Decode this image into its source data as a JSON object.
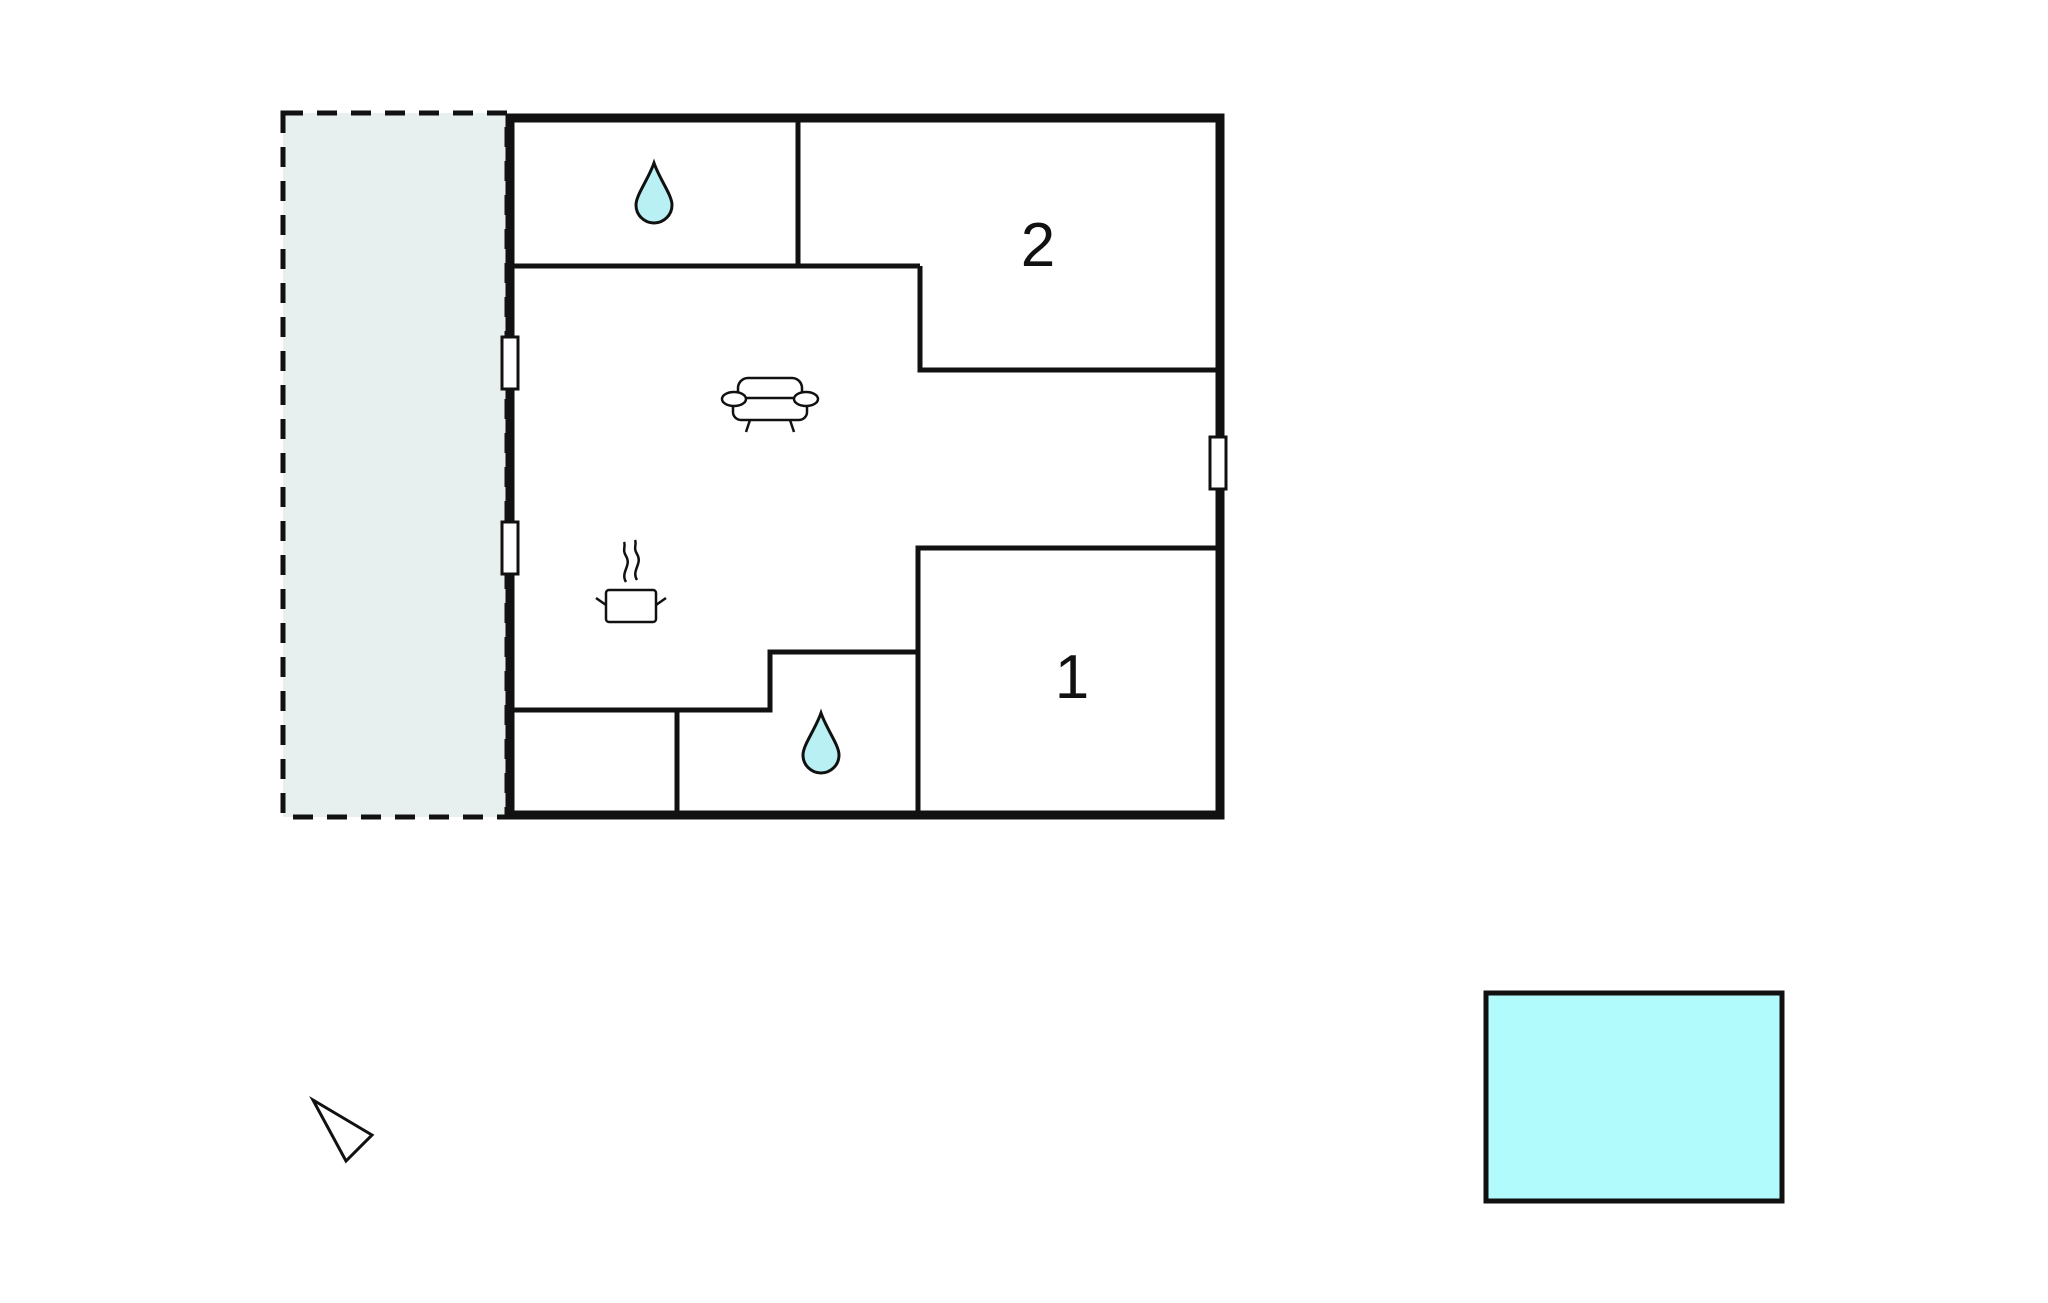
{
  "floorplan": {
    "rooms": [
      {
        "id": "bedroom-2",
        "label": "2"
      },
      {
        "id": "bedroom-1",
        "label": "1"
      }
    ],
    "icons": {
      "bathroom_top": "water-drop-icon",
      "bathroom_bottom": "water-drop-icon",
      "living": "sofa-icon",
      "kitchen": "cooking-pot-icon",
      "compass": "north-arrow-icon",
      "pool": "pool"
    },
    "colors": {
      "walls": "#111111",
      "terrace": "#e8efef",
      "water": "#b2fbfd",
      "drop": "#b9f0f4",
      "background": "#ffffff"
    }
  }
}
